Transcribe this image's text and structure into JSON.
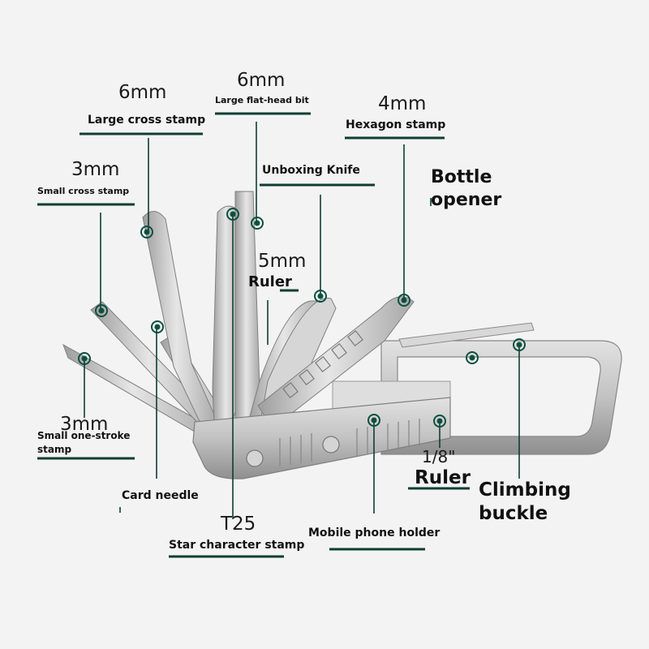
{
  "colors": {
    "leader": "#0f3d33",
    "marker": "#0b4f3f",
    "metal": "#c9c9c9",
    "background": "#f3f3f3"
  },
  "labels": {
    "large_cross_size": "6mm",
    "large_cross_name": "Large cross stamp",
    "flat_head_size": "6mm",
    "flat_head_name": "Large flat-head bit",
    "hexagon_size": "4mm",
    "hexagon_name": "Hexagon stamp",
    "small_cross_size": "3mm",
    "small_cross_name": "Small cross stamp",
    "unboxing_knife": "Unboxing Knife",
    "bottle_opener_line1": "Bottle",
    "bottle_opener_line2": "opener",
    "ruler_5mm_size": "5mm",
    "ruler_5mm_name": "Ruler",
    "one_stroke_size": "3mm",
    "one_stroke_line1": "Small one-stroke",
    "one_stroke_line2": "stamp",
    "card_needle": "Card needle",
    "t25_size": "T25",
    "t25_name": "Star character stamp",
    "phone_holder": "Mobile phone holder",
    "ruler_inch_size": "1/8\"",
    "ruler_inch_name": "Ruler",
    "climbing_line1": "Climbing",
    "climbing_line2": "buckle"
  }
}
